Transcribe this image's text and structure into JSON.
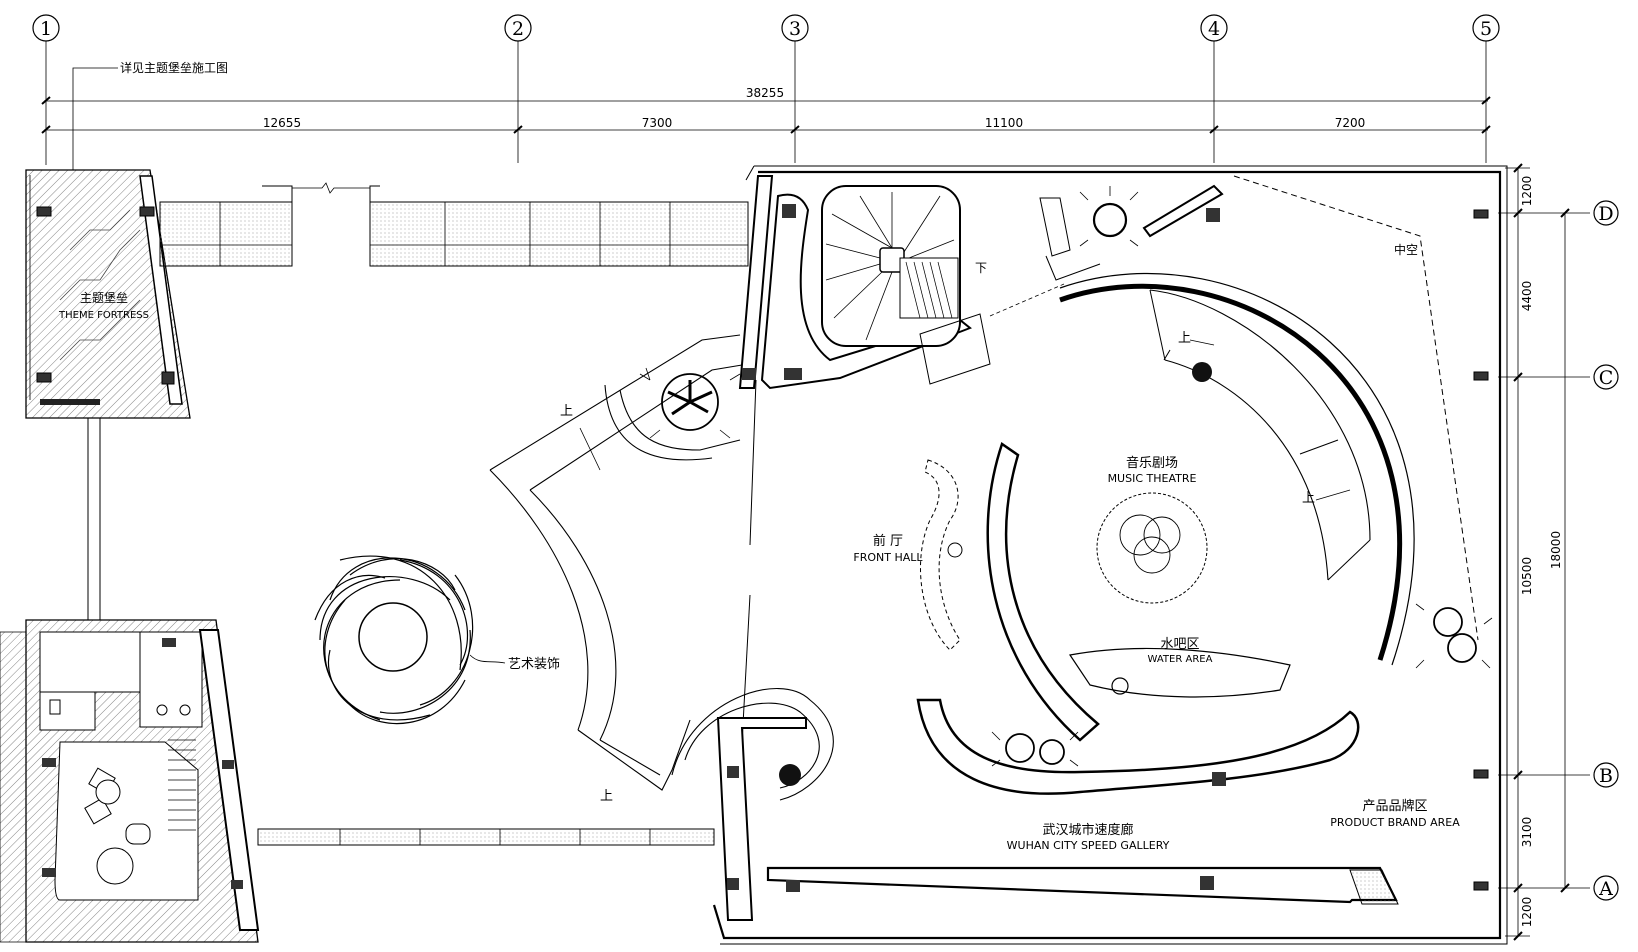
{
  "grid": {
    "columns": [
      "1",
      "2",
      "3",
      "4",
      "5"
    ],
    "rows": [
      "D",
      "C",
      "B",
      "A"
    ]
  },
  "dimensions": {
    "total": "38255",
    "spans": [
      "12655",
      "7300",
      "11100",
      "7200"
    ],
    "vertical_total": "18000",
    "vertical_spans": [
      "1200",
      "4400",
      "10500",
      "3100",
      "1200"
    ]
  },
  "notes": {
    "fortress_ref": "详见主题堡垒施工图",
    "art_installation": "艺术装饰",
    "up_arrows": [
      "上",
      "上",
      "上",
      "上"
    ],
    "down_arrow": "下",
    "void": "中空"
  },
  "rooms": {
    "theme_fortress_cn": "主题堡垒",
    "theme_fortress_en": "THEME FORTRESS",
    "front_hall_cn": "前 厅",
    "front_hall_en": "FRONT HALL",
    "music_theatre_cn": "音乐剧场",
    "music_theatre_en": "MUSIC THEATRE",
    "water_area_cn": "水吧区",
    "water_area_en": "WATER AREA",
    "product_brand_cn": "产品品牌区",
    "product_brand_en": "PRODUCT BRAND AREA",
    "gallery_cn": "武汉城市速度廊",
    "gallery_en": "WUHAN CITY SPEED GALLERY"
  },
  "colors": {
    "line": "#000000",
    "hatch": "#777777",
    "dots": "#9a9a9a"
  }
}
